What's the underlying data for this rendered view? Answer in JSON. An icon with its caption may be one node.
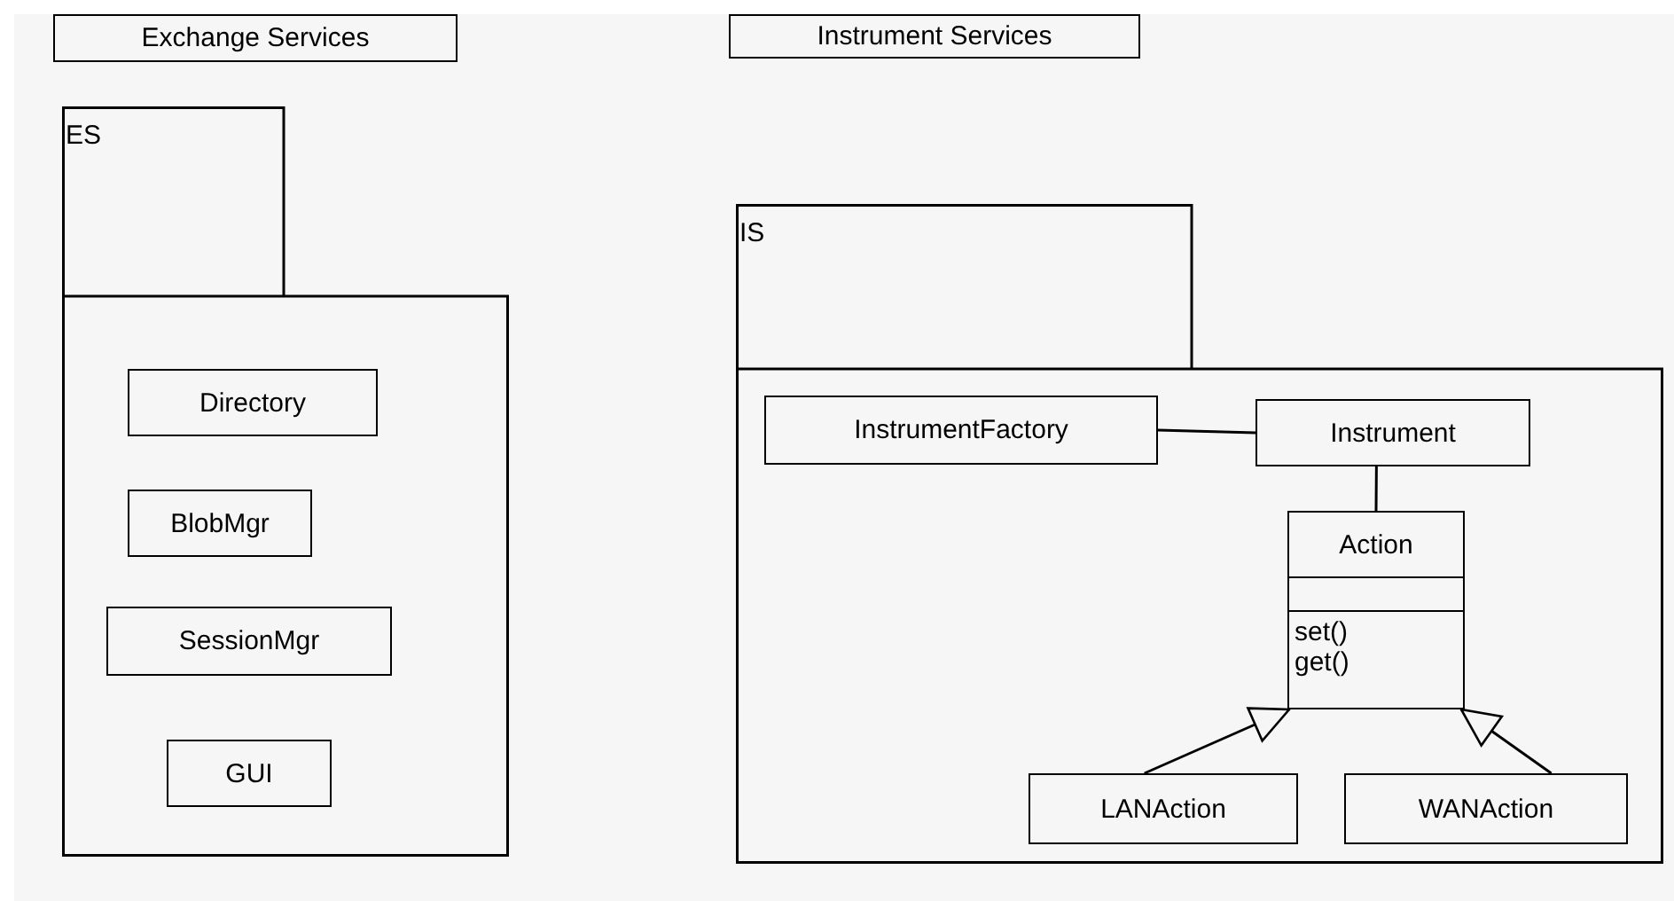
{
  "diagram": {
    "nodes": [
      {
        "text": [
          "Exchange Services"
        ]
      },
      {
        "text": [
          "Instrument Services"
        ]
      },
      {
        "text": [
          "ES"
        ]
      },
      {
        "text": [
          "Directory"
        ],
        "in": 2
      },
      {
        "text": [
          "BlobMgr"
        ],
        "in": 2
      },
      {
        "text": [
          "SessionMgr"
        ],
        "in": 2
      },
      {
        "text": [
          "GUI"
        ],
        "in": 2
      },
      {
        "text": [
          "IS"
        ]
      },
      {
        "text": [
          "InstrumentFactory"
        ],
        "in": 7
      },
      {
        "text": [
          "Instrument"
        ],
        "in": 7
      },
      {
        "text": [
          "Action",
          "set()",
          "get()"
        ],
        "in": 7
      },
      {
        "text": [
          "LANAction"
        ],
        "in": 7
      },
      {
        "text": [
          "WANAction"
        ],
        "in": 7
      }
    ],
    "edges": [
      {
        "from": 8,
        "to": 9,
        "arrow": "none"
      },
      {
        "from": 9,
        "to": 10,
        "arrow": "none"
      },
      {
        "from": 11,
        "to": 10,
        "arrow": "to"
      },
      {
        "from": 12,
        "to": 10,
        "arrow": "to"
      }
    ]
  }
}
